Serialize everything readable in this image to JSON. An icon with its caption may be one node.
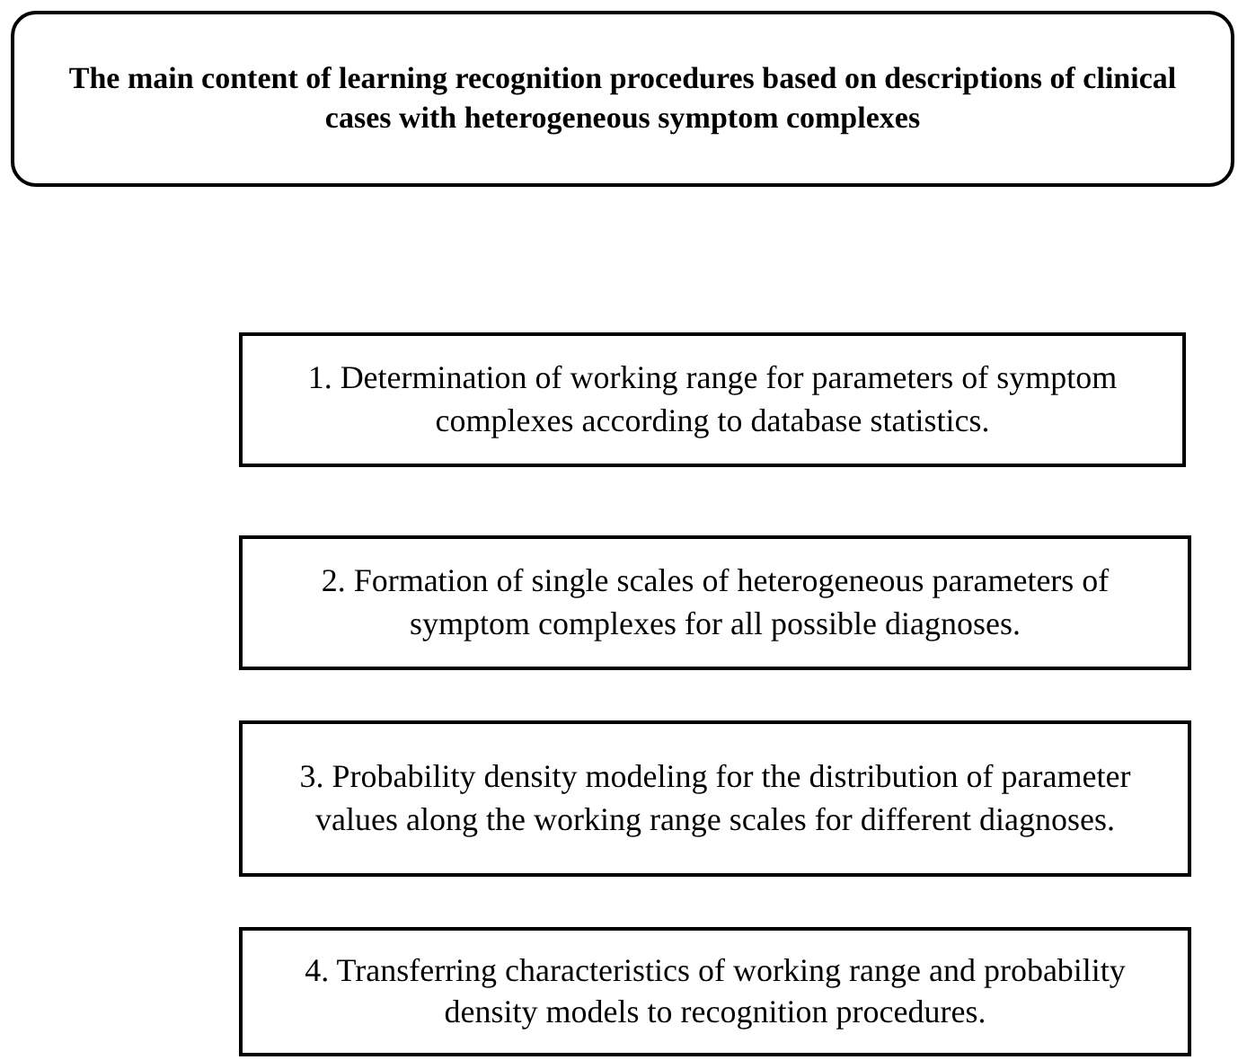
{
  "diagram": {
    "nodes": [
      {
        "text": [
          "The main content of learning recognition procedures based on descriptions of clinical cases with heterogeneous symptom complexes"
        ]
      },
      {
        "text": [
          "1. Determination of working range for parameters of symptom complexes according to database statistics."
        ]
      },
      {
        "text": [
          "2. Formation of single scales of heterogeneous parameters of symptom complexes for all possible diagnoses."
        ]
      },
      {
        "text": [
          "3. Probability density modeling for the distribution of parameter values along the working range scales for different diagnoses."
        ]
      },
      {
        "text": [
          "4. Transferring characteristics of working range and probability density models to recognition procedures."
        ]
      }
    ]
  }
}
